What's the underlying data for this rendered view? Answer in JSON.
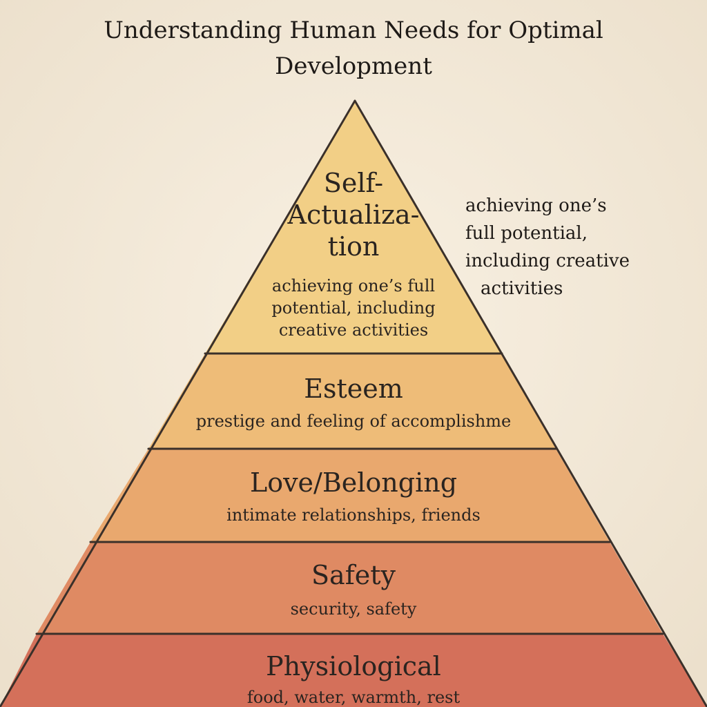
{
  "title_lines": [
    "Understanding Human Needs for Optimal",
    "Development"
  ],
  "levels": [
    {
      "title_lines": [
        "Self-",
        "Actualiza-",
        "tion"
      ],
      "desc_lines": [
        "achieving one’s full",
        "potential, including",
        "creative activities"
      ],
      "color": "#f2cf86"
    },
    {
      "title_lines": [
        "Esteem"
      ],
      "desc_lines": [
        "prestige and feeling of accomplishme"
      ],
      "color": "#eebc78"
    },
    {
      "title_lines": [
        "Love/Belonging"
      ],
      "desc_lines": [
        "intimate relationships, friends"
      ],
      "color": "#e9a86e"
    },
    {
      "title_lines": [
        "Safety"
      ],
      "desc_lines": [
        "security, safety"
      ],
      "color": "#df8a63"
    },
    {
      "title_lines": [
        "Physiological"
      ],
      "desc_lines": [
        "food, water, warmth, rest"
      ],
      "color": "#d4705a"
    }
  ],
  "side_note_lines": [
    "achieving one’s",
    "full potential,",
    "including creative",
    "activities"
  ],
  "colors": {
    "background": "#f5ecdd",
    "outline": "#3a302a"
  }
}
